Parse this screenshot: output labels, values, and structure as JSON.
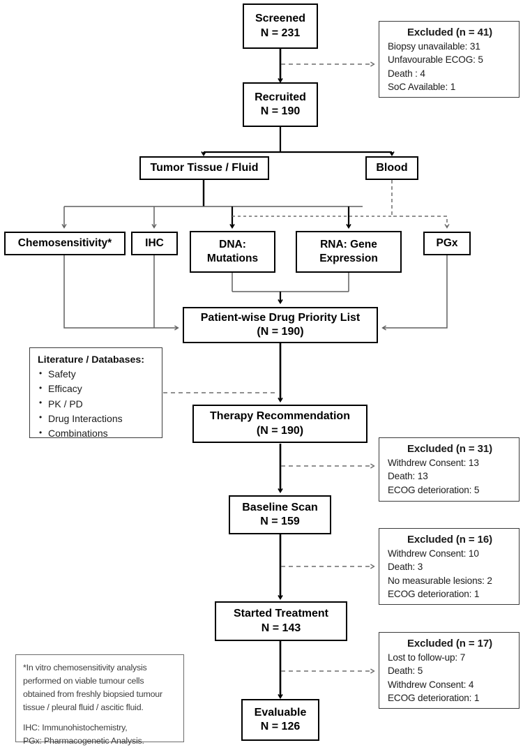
{
  "diagram": {
    "title": "Patient screening, profiling and treatment flow",
    "colors": {
      "node_border": "#000000",
      "sidebox_border": "#3a3a3a",
      "solid_connector": "#000000",
      "thin_connector": "#6b6b6b",
      "dashed_connector": "#6b6b6b",
      "background": "#ffffff"
    }
  },
  "nodes": {
    "screened": {
      "label": "Screened",
      "count": "N = 231"
    },
    "recruited": {
      "label": "Recruited",
      "count": "N = 190"
    },
    "tumor": {
      "label": "Tumor Tissue / Fluid",
      "count": ""
    },
    "blood": {
      "label": "Blood",
      "count": ""
    },
    "chemo": {
      "label": "Chemosensitivity*",
      "count": ""
    },
    "ihc": {
      "label": "IHC",
      "count": ""
    },
    "dna": {
      "label": "DNA:",
      "count": "Mutations"
    },
    "rna": {
      "label": "RNA: Gene",
      "count": "Expression"
    },
    "pgx": {
      "label": "PGx",
      "count": ""
    },
    "priority": {
      "label": "Patient-wise Drug Priority List",
      "count": "(N = 190)"
    },
    "therapy": {
      "label": "Therapy Recommendation",
      "count": "(N = 190)"
    },
    "baseline": {
      "label": "Baseline Scan",
      "count": "N = 159"
    },
    "started": {
      "label": "Started Treatment",
      "count": "N = 143"
    },
    "evaluable": {
      "label": "Evaluable",
      "count": "N = 126"
    }
  },
  "excluded": {
    "after_screened": {
      "title": "Excluded (n = 41)",
      "reasons": [
        "Biopsy unavailable: 31",
        "Unfavourable ECOG: 5",
        "Death : 4",
        "SoC Available: 1"
      ]
    },
    "after_therapy": {
      "title": "Excluded (n = 31)",
      "reasons": [
        "Withdrew Consent: 13",
        "Death: 13",
        "ECOG deterioration: 5"
      ]
    },
    "after_baseline": {
      "title": "Excluded (n = 16)",
      "reasons": [
        "Withdrew Consent: 10",
        "Death: 3",
        "No measurable lesions: 2",
        "ECOG deterioration: 1"
      ]
    },
    "after_started": {
      "title": "Excluded (n = 17)",
      "reasons": [
        "Lost to follow-up: 7",
        "Death: 5",
        "Withdrew Consent: 4",
        "ECOG deterioration: 1"
      ]
    }
  },
  "literature": {
    "title": "Literature / Databases:",
    "items": [
      "Safety",
      "Efficacy",
      "PK / PD",
      "Drug Interactions",
      "Combinations"
    ]
  },
  "footnote": {
    "line1": "*In vitro chemosensitivity analysis",
    "line2": "performed on viable tumour cells",
    "line3": "obtained from freshly biopsied tumour",
    "line4": "tissue / pleural fluid / ascitic fluid.",
    "line5": "IHC: Immunohistochemistry,",
    "line6": "PGx: Pharmacogenetic Analysis."
  }
}
